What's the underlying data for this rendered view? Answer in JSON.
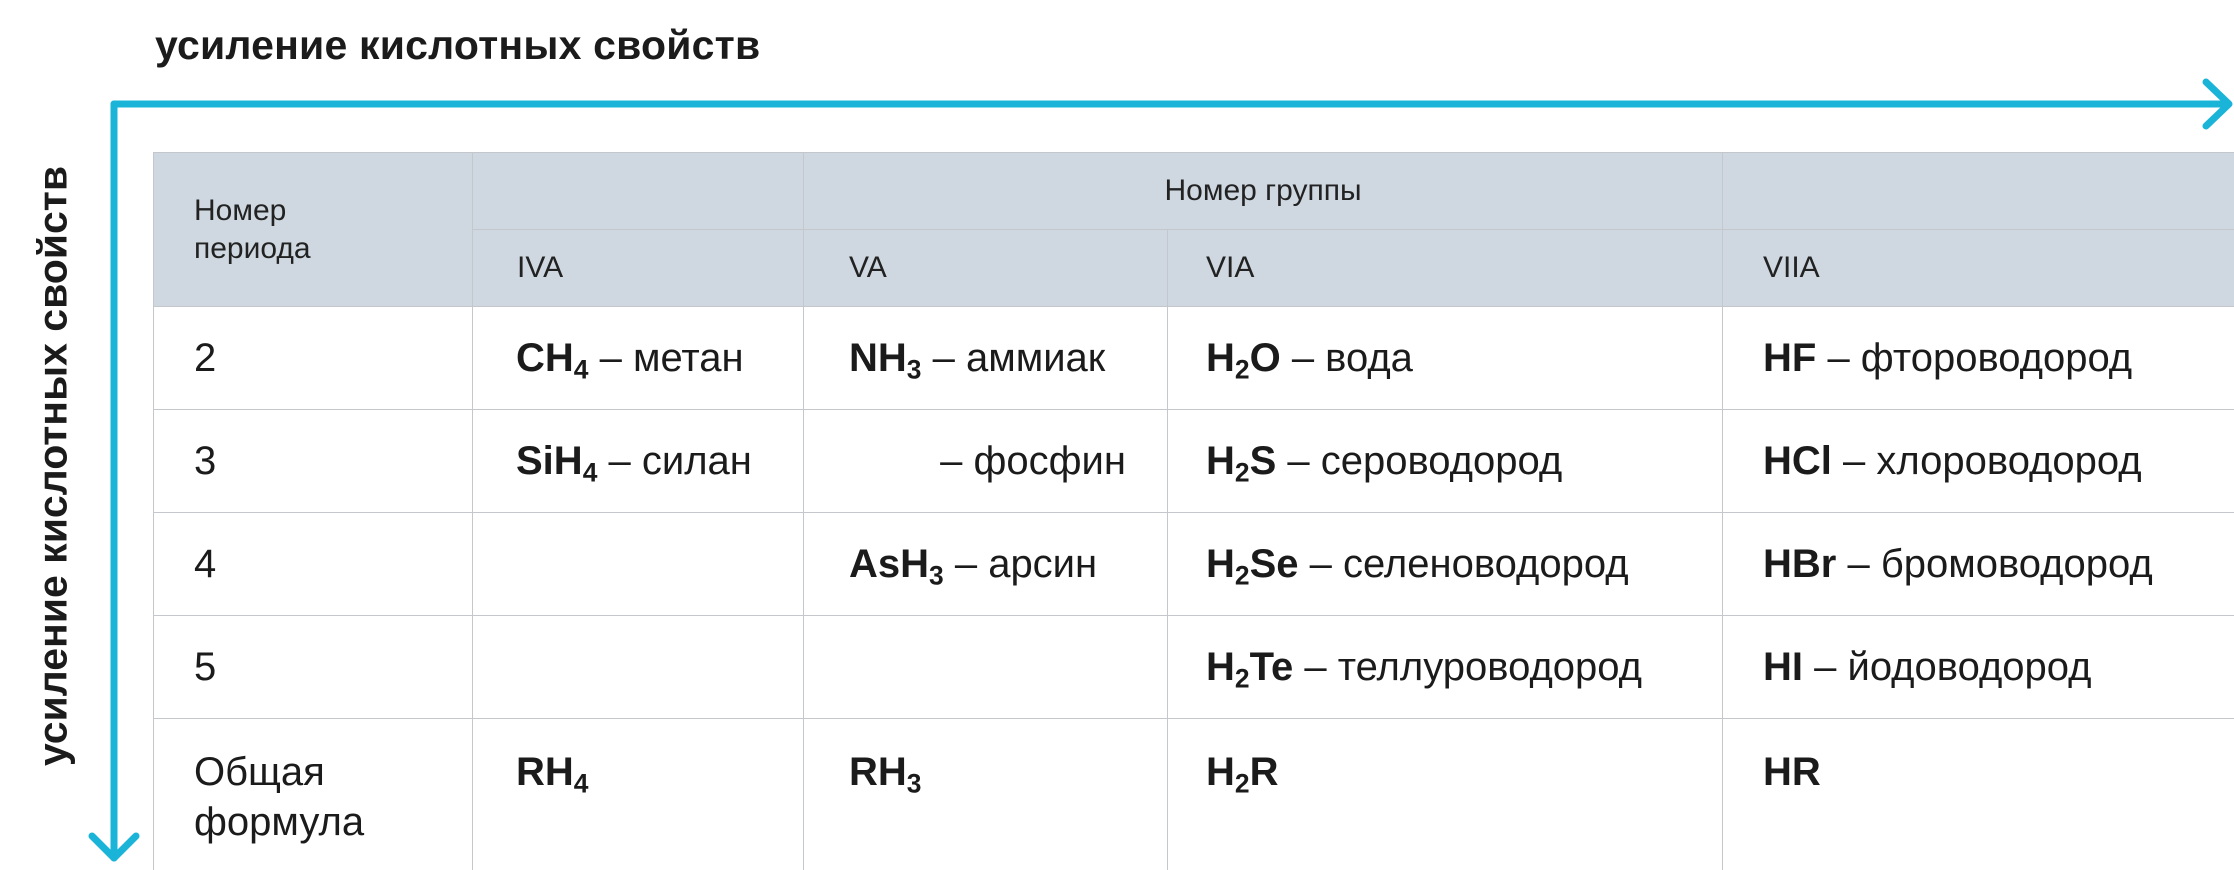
{
  "axis_labels": {
    "horizontal": "усиление кислотных свойств",
    "vertical": "усиление кислотных свойств"
  },
  "colors": {
    "arrow": "#1ab4d8",
    "header_background": "#cfd8e0",
    "grid_line": "#c4c8cc"
  },
  "table": {
    "header": {
      "period_label": "Номер\nпериода",
      "group_label": "Номер группы",
      "groups": [
        "IVA",
        "VA",
        "VIA",
        "VIIA"
      ]
    },
    "rows": [
      {
        "period": "2",
        "iva": {
          "formula": "CH",
          "sub": "4",
          "name": " – метан"
        },
        "va": {
          "formula": "NH",
          "sub": "3",
          "name": " – аммиак"
        },
        "via": {
          "formula": "H",
          "sub": "2",
          "formula_tail": "O",
          "name": " – вода"
        },
        "viia": {
          "formula": "HF",
          "name": " – фтороводород"
        }
      },
      {
        "period": "3",
        "iva": {
          "formula": "SiH",
          "sub": "4",
          "name": " – силан"
        },
        "va": {
          "name": " – фосфин"
        },
        "via": {
          "formula": "H",
          "sub": "2",
          "formula_tail": "S",
          "name": " – сероводород"
        },
        "viia": {
          "formula": "HCl",
          "name": " – хлороводород"
        }
      },
      {
        "period": "4",
        "va": {
          "formula": "AsH",
          "sub": "3",
          "name": " – арсин"
        },
        "via": {
          "formula": "H",
          "sub": "2",
          "formula_tail": "Se",
          "name": " – селеноводород"
        },
        "viia": {
          "formula": "HBr",
          "name": " – бромоводород"
        }
      },
      {
        "period": "5",
        "via": {
          "formula": "H",
          "sub": "2",
          "formula_tail": "Te",
          "name": " – теллуроводород"
        },
        "viia": {
          "formula": "HI",
          "name": " – йодоводород"
        }
      }
    ],
    "general": {
      "label": "Общая\nформула",
      "iva": {
        "formula": "RH",
        "sub": "4"
      },
      "va": {
        "formula": "RH",
        "sub": "3"
      },
      "via": {
        "formula": "H",
        "sub": "2",
        "formula_tail": "R"
      },
      "viia": {
        "formula": "HR"
      }
    }
  }
}
